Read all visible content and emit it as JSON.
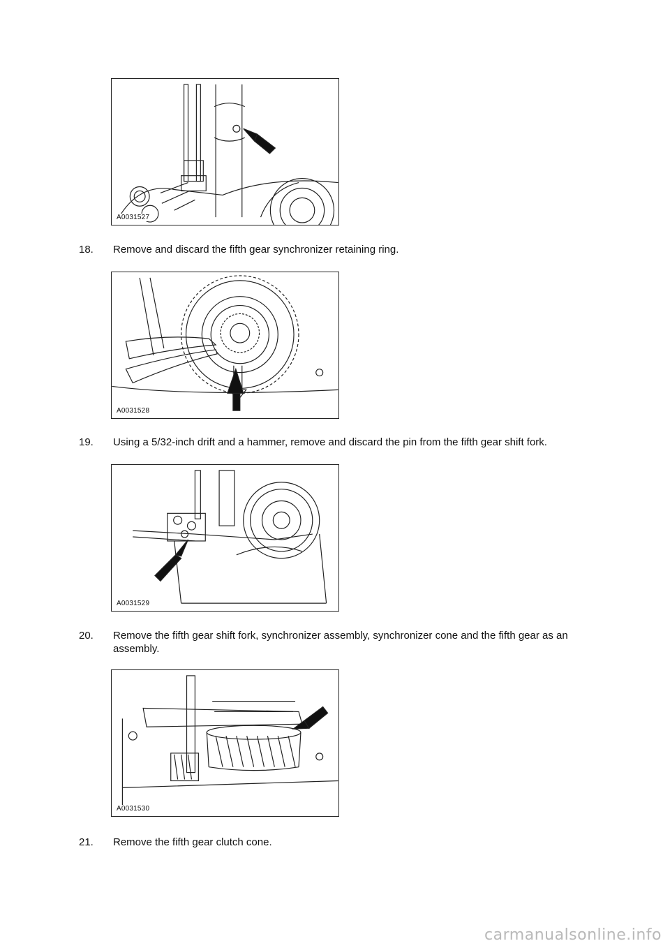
{
  "figures": [
    {
      "id": "A0031527"
    },
    {
      "id": "A0031528"
    },
    {
      "id": "A0031529"
    },
    {
      "id": "A0031530"
    }
  ],
  "steps": [
    {
      "number": "18.",
      "text": "Remove and discard the fifth gear synchronizer retaining ring."
    },
    {
      "number": "19.",
      "text": "Using a 5/32-inch drift and a hammer, remove and discard the pin from the fifth gear shift fork."
    },
    {
      "number": "20.",
      "text": "Remove the fifth gear shift fork, synchronizer assembly, synchronizer cone and the fifth gear as an assembly."
    },
    {
      "number": "21.",
      "text": "Remove the fifth gear clutch cone."
    }
  ],
  "footer": {
    "watermark": "carmanualsonline.info"
  }
}
